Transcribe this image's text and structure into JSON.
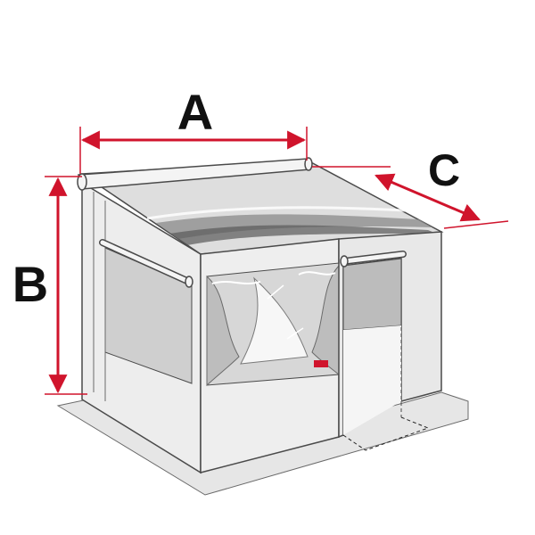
{
  "dimensions": {
    "width_label": "A",
    "height_label": "B",
    "depth_label": "C"
  },
  "colors": {
    "dimension_line": "#d0142c",
    "outline": "#4a4a4a",
    "panel_light": "#ededed",
    "panel_mid": "#d9d9d9",
    "window_tint": "#cfcfcf",
    "ground": "#e6e6e6",
    "background": "#ffffff"
  }
}
